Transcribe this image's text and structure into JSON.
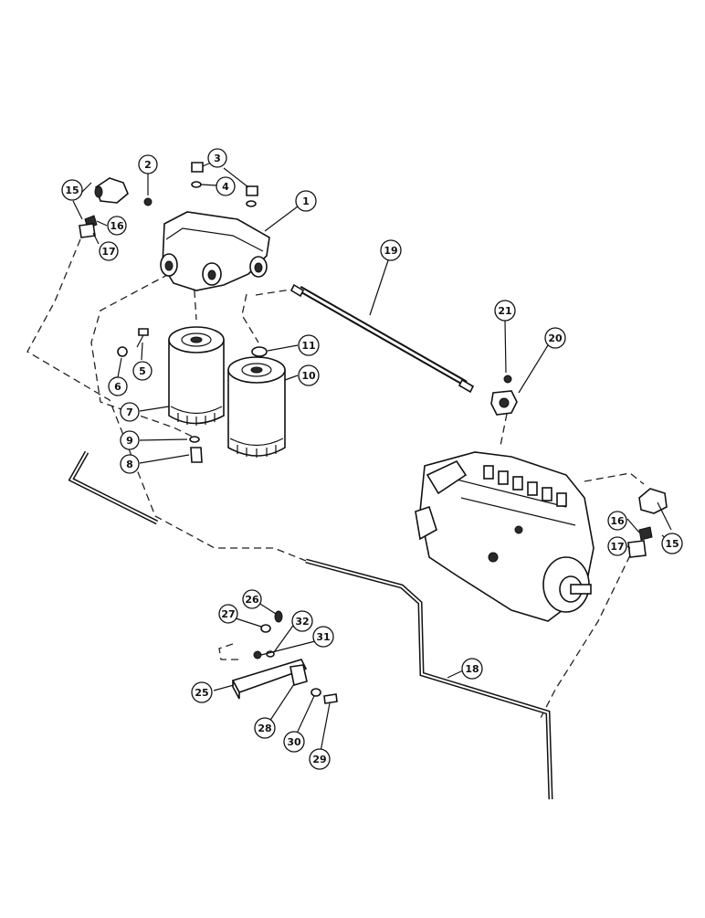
{
  "callouts": [
    {
      "id": "c1",
      "label": "1"
    },
    {
      "id": "c2",
      "label": "2"
    },
    {
      "id": "c3",
      "label": "3"
    },
    {
      "id": "c4",
      "label": "4"
    },
    {
      "id": "c5",
      "label": "5"
    },
    {
      "id": "c6",
      "label": "6"
    },
    {
      "id": "c7",
      "label": "7"
    },
    {
      "id": "c8",
      "label": "8"
    },
    {
      "id": "c9",
      "label": "9"
    },
    {
      "id": "c10",
      "label": "10"
    },
    {
      "id": "c11",
      "label": "11"
    },
    {
      "id": "c15a",
      "label": "15"
    },
    {
      "id": "c16a",
      "label": "16"
    },
    {
      "id": "c17a",
      "label": "17"
    },
    {
      "id": "c15b",
      "label": "15"
    },
    {
      "id": "c16b",
      "label": "16"
    },
    {
      "id": "c17b",
      "label": "17"
    },
    {
      "id": "c18",
      "label": "18"
    },
    {
      "id": "c19",
      "label": "19"
    },
    {
      "id": "c20",
      "label": "20"
    },
    {
      "id": "c21",
      "label": "21"
    },
    {
      "id": "c25",
      "label": "25"
    },
    {
      "id": "c26",
      "label": "26"
    },
    {
      "id": "c27",
      "label": "27"
    },
    {
      "id": "c28",
      "label": "28"
    },
    {
      "id": "c29",
      "label": "29"
    },
    {
      "id": "c30",
      "label": "30"
    },
    {
      "id": "c31",
      "label": "31"
    },
    {
      "id": "c32",
      "label": "32"
    }
  ]
}
